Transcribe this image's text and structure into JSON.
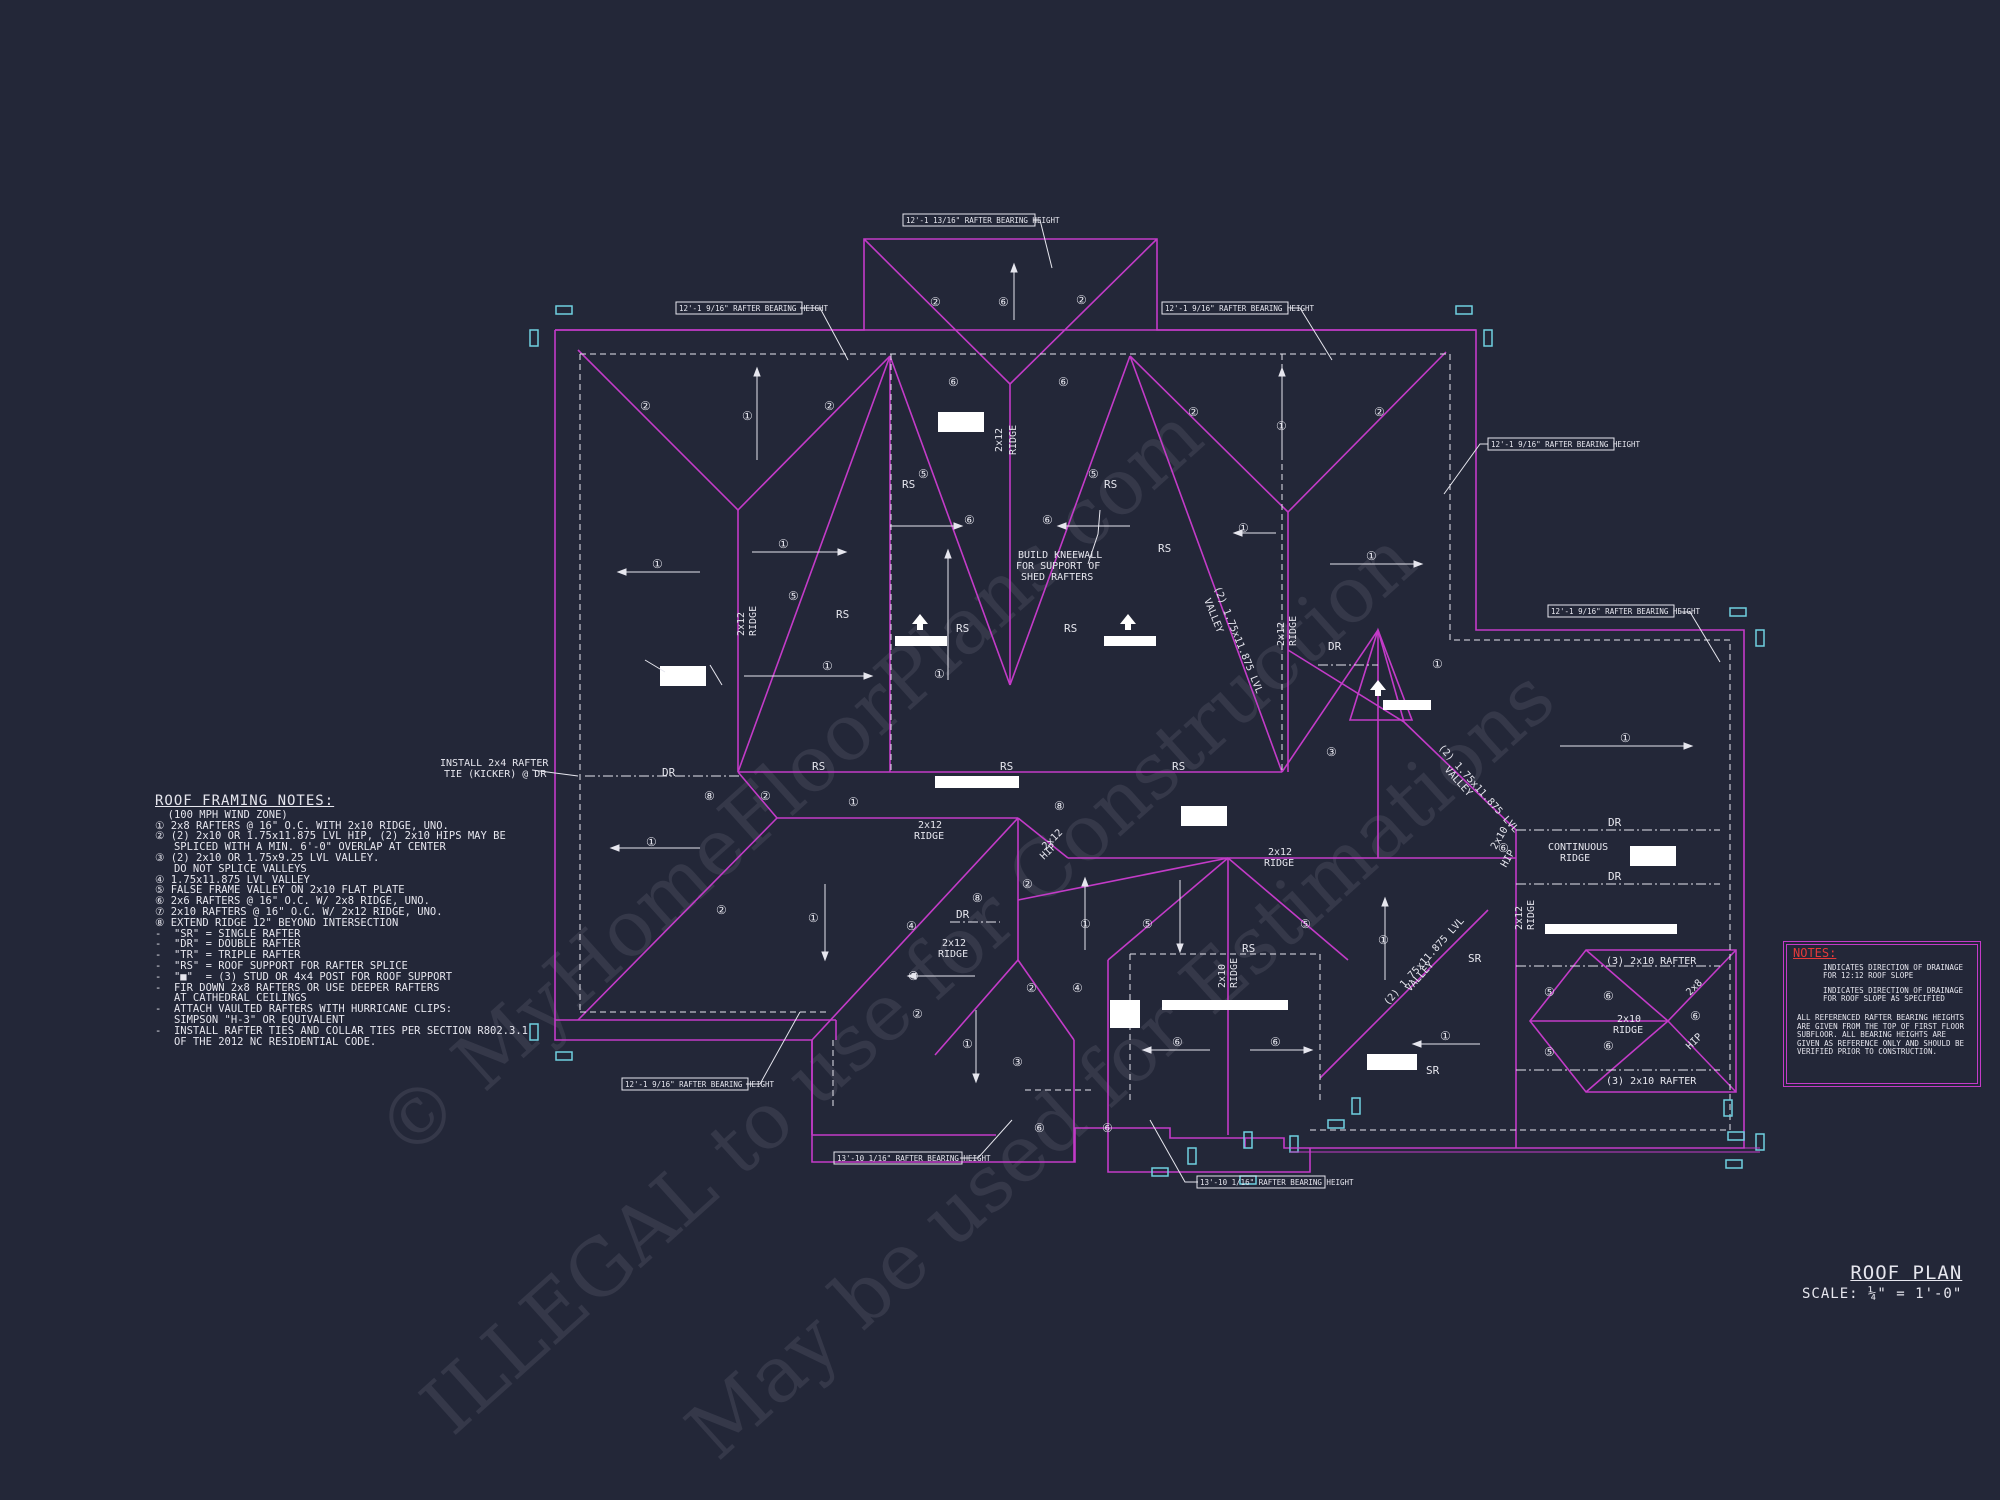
{
  "drawing": {
    "title": "ROOF PLAN",
    "scale": "SCALE: ¼\" = 1'-0\"",
    "colors": {
      "background": "#232738",
      "roof_lines": "#c33bc8",
      "text": "#e6e6ee",
      "notes_title": "#e63a3a",
      "posts": "#6fd0e0"
    }
  },
  "watermarks": [
    "© MyHomeFloorPlans.com",
    "ILLEGAL to use for Construction",
    "May be used for Estimations"
  ],
  "bearing_heights": {
    "top": "12'-1 13/16\" RAFTER BEARING HEIGHT",
    "upper_left": "12'-1 9/16\" RAFTER BEARING HEIGHT",
    "upper_center_right": "12'-1 9/16\" RAFTER BEARING HEIGHT",
    "right": "12'-1 9/16\" RAFTER BEARING HEIGHT",
    "far_right": "12'-1 9/16\" RAFTER BEARING HEIGHT",
    "lower_left": "12'-1 9/16\" RAFTER BEARING HEIGHT",
    "bottom_left": "13'-10 1/16\" RAFTER BEARING HEIGHT",
    "bottom_right": "13'-10 1/16\" RAFTER BEARING HEIGHT"
  },
  "plan_labels": {
    "kicker": [
      "INSTALL 2x4 RAFTER",
      "TIE (KICKER) @ DR"
    ],
    "kneewall": [
      "BUILD KNEEWALL",
      "FOR SUPPORT OF",
      "SHED RAFTERS"
    ],
    "continuous_ridge": [
      "CONTINUOUS",
      "RIDGE"
    ],
    "valley_lvl": [
      "(2) 1.75x11.875 LVL",
      "VALLEY"
    ],
    "ridge_2x12": [
      "2x12",
      "RIDGE"
    ],
    "ridge_2x10": [
      "2x10",
      "RIDGE"
    ],
    "hip_2x10": [
      "2x10",
      "HIP"
    ],
    "hip_2x12": [
      "2x12",
      "HIP"
    ],
    "hip_2x8": [
      "2x8",
      "HIP"
    ],
    "rafter_3_2x10": "(3) 2x10 RAFTER",
    "rs": "RS",
    "dr": "DR",
    "sr": "SR",
    "n1": "①",
    "n2": "②",
    "n3": "③",
    "n4": "④",
    "n5": "⑤",
    "n6": "⑥",
    "n8": "⑧"
  },
  "roof_framing_notes": {
    "title": "ROOF FRAMING NOTES:",
    "lines": [
      "  (100 MPH WIND ZONE)",
      "① 2x8 RAFTERS @ 16\" O.C. WITH 2x10 RIDGE, UNO.",
      "② (2) 2x10 OR 1.75x11.875 LVL HIP, (2) 2x10 HIPS MAY BE",
      "   SPLICED WITH A MIN. 6'-0\" OVERLAP AT CENTER",
      "③ (2) 2x10 OR 1.75x9.25 LVL VALLEY.",
      "   DO NOT SPLICE VALLEYS",
      "④ 1.75x11.875 LVL VALLEY",
      "⑤ FALSE FRAME VALLEY ON 2x10 FLAT PLATE",
      "⑥ 2x6 RAFTERS @ 16\" O.C. W/ 2x8 RIDGE, UNO.",
      "⑦ 2x10 RAFTERS @ 16\" O.C. W/ 2x12 RIDGE, UNO.",
      "⑧ EXTEND RIDGE 12\" BEYOND INTERSECTION",
      "-  \"SR\" = SINGLE RAFTER",
      "-  \"DR\" = DOUBLE RAFTER",
      "-  \"TR\" = TRIPLE RAFTER",
      "-  \"RS\" = ROOF SUPPORT FOR RAFTER SPLICE",
      "-  \"■\"  = (3) STUD OR 4x4 POST FOR ROOF SUPPORT",
      "-  FIR DOWN 2x8 RAFTERS OR USE DEEPER RAFTERS",
      "   AT CATHEDRAL CEILINGS",
      "-  ATTACH VAULTED RAFTERS WITH HURRICANE CLIPS:",
      "   SIMPSON \"H-3\" OR EQUIVALENT",
      "-  INSTALL RAFTER TIES AND COLLAR TIES PER SECTION R802.3.1",
      "   OF THE 2012 NC RESIDENTIAL CODE."
    ]
  },
  "legend": {
    "title": "NOTES:",
    "drainage_1": "INDICATES DIRECTION OF DRAINAGE FOR 12:12 ROOF SLOPE",
    "drainage_2": "INDICATES DIRECTION OF DRAINAGE FOR ROOF SLOPE AS SPECIFIED",
    "footer": "ALL REFERENCED RAFTER BEARING HEIGHTS ARE GIVEN FROM THE TOP OF FIRST FLOOR SUBFLOOR. ALL BEARING HEIGHTS ARE GIVEN AS REFERENCE ONLY AND SHOULD BE VERIFIED PRIOR TO CONSTRUCTION."
  }
}
